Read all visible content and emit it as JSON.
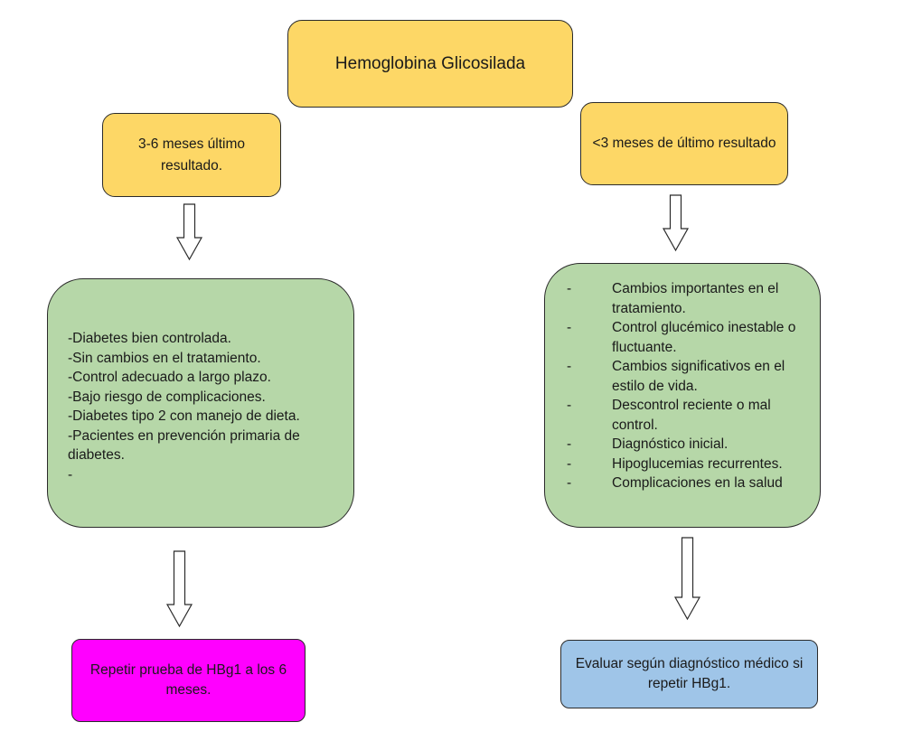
{
  "title": "Hemoglobina Glicosilada",
  "left_branch": {
    "header": "3-6 meses último resultado.",
    "criteria": [
      "-Diabetes bien controlada.",
      "-Sin cambios en el tratamiento.",
      "-Control adecuado a largo plazo.",
      "-Bajo riesgo de complicaciones.",
      "-Diabetes tipo 2 con manejo de dieta.",
      "-Pacientes en prevención primaria de diabetes.",
      "-"
    ],
    "result": "Repetir prueba de HBg1 a los 6 meses."
  },
  "right_branch": {
    "header": "<3 meses de último resultado",
    "criteria": [
      "Cambios importantes en el tratamiento.",
      "Control glucémico inestable o fluctuante.",
      "Cambios significativos en el estilo de vida.",
      "Descontrol reciente o mal control.",
      "Diagnóstico inicial.",
      "Hipoglucemias recurrentes.",
      "Complicaciones en la salud"
    ],
    "bullet": "-",
    "result": "Evaluar según diagnóstico médico si repetir HBg1."
  },
  "colors": {
    "header_fill": "#fdd766",
    "criteria_fill": "#b6d7a8",
    "left_result_fill": "#ff00ff",
    "right_result_fill": "#9fc5e8"
  }
}
